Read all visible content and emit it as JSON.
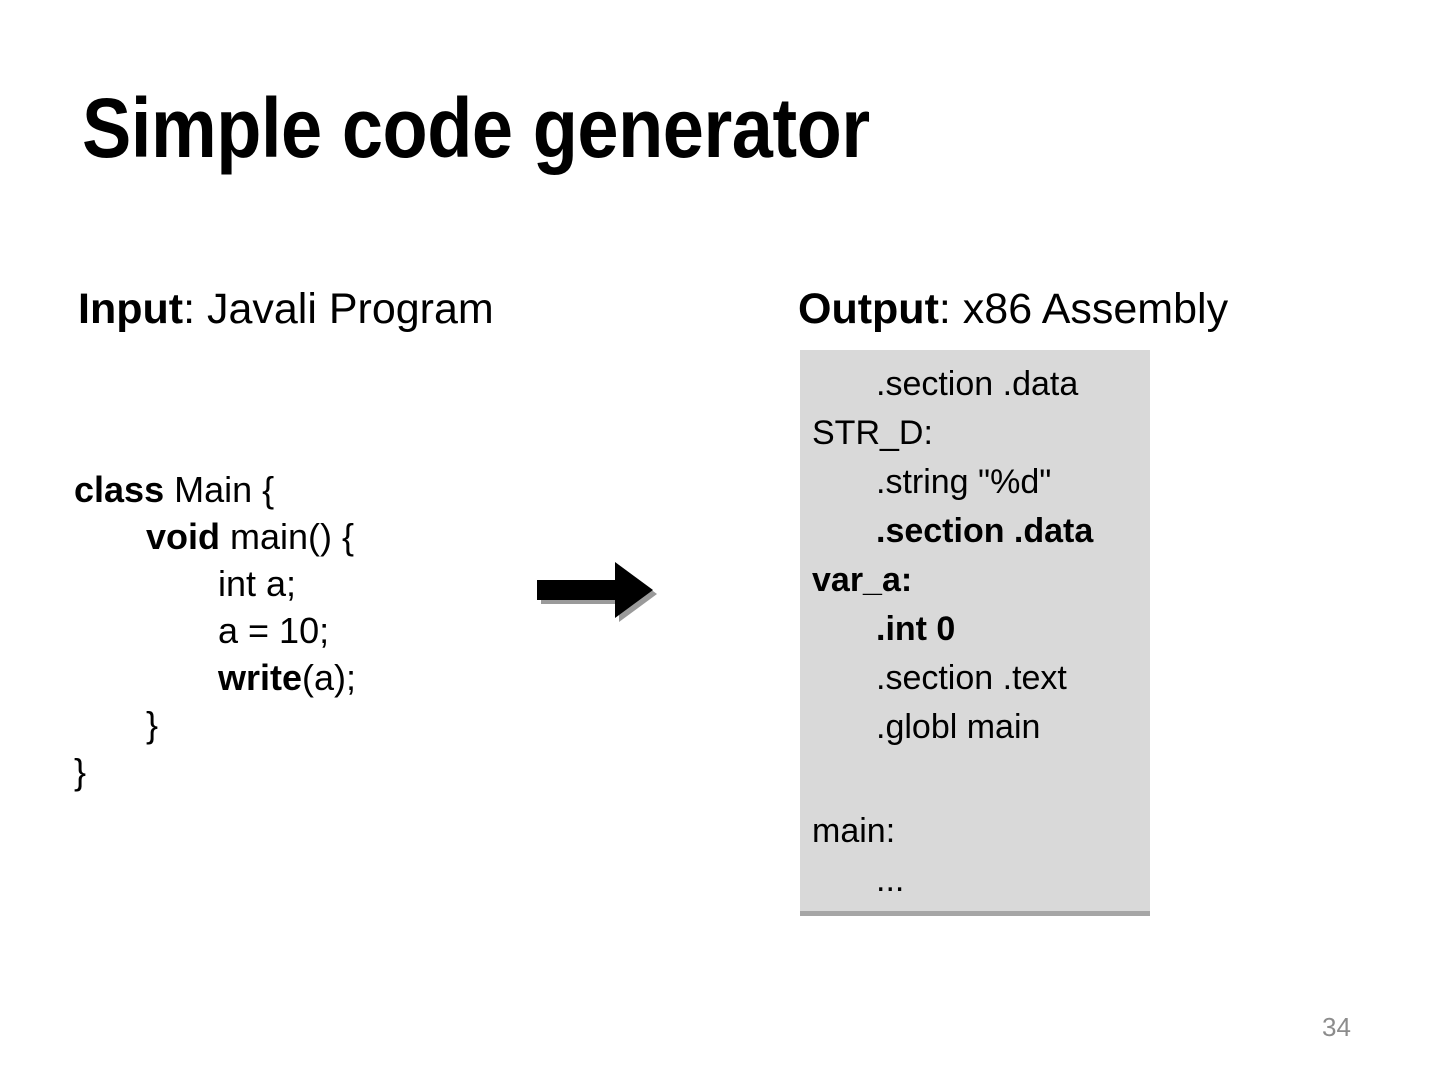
{
  "slide": {
    "title": "Simple code generator",
    "page_number": "34",
    "page_number_color": "#8c8c8c",
    "background_color": "#ffffff"
  },
  "input_column": {
    "heading_lead": "Input",
    "heading_rest": ": Javali Program",
    "code_lines": [
      {
        "indent": 0,
        "segments": [
          {
            "text": "class",
            "bold": true
          },
          {
            "text": " Main {",
            "bold": false
          }
        ]
      },
      {
        "indent": 1,
        "segments": [
          {
            "text": "void",
            "bold": true
          },
          {
            "text": " main() {",
            "bold": false
          }
        ]
      },
      {
        "indent": 2,
        "segments": [
          {
            "text": "int a;",
            "bold": false
          }
        ]
      },
      {
        "indent": 2,
        "segments": [
          {
            "text": "a = 10;",
            "bold": false
          }
        ]
      },
      {
        "indent": 2,
        "segments": [
          {
            "text": "write",
            "bold": true
          },
          {
            "text": "(a);",
            "bold": false
          }
        ]
      },
      {
        "indent": 1,
        "segments": [
          {
            "text": "}",
            "bold": false
          }
        ]
      },
      {
        "indent": 0,
        "segments": [
          {
            "text": "}",
            "bold": false
          }
        ]
      }
    ]
  },
  "arrow": {
    "icon": "right-arrow-icon",
    "color": "#000000",
    "shadow_color": "#808080"
  },
  "output_column": {
    "heading_lead": "Output",
    "heading_rest": ": x86 Assembly",
    "block_background": "#d9d9d9",
    "block_border_color": "#a6a6a6",
    "blocks": [
      {
        "lines": [
          {
            "text": ".section .data",
            "indent": true,
            "bold": false
          },
          {
            "text": "STR_D:",
            "indent": false,
            "bold": false
          },
          {
            "text": ".string \"%d\"",
            "indent": true,
            "bold": false
          },
          {
            "text": ".section .data",
            "indent": true,
            "bold": true
          },
          {
            "text": "var_a:",
            "indent": false,
            "bold": true
          },
          {
            "text": ".int 0",
            "indent": true,
            "bold": true
          },
          {
            "text": ".section .text",
            "indent": true,
            "bold": false
          },
          {
            "text": ".globl main",
            "indent": true,
            "bold": false
          }
        ]
      },
      {
        "lines": [
          {
            "text": "",
            "indent": false,
            "bold": false
          },
          {
            "text": "main:",
            "indent": false,
            "bold": false
          },
          {
            "text": "...",
            "indent": true,
            "bold": false
          }
        ]
      }
    ]
  }
}
